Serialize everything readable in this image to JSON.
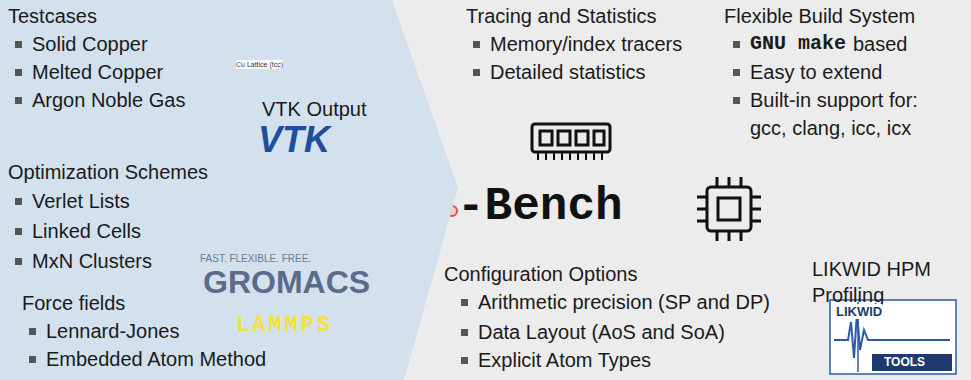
{
  "diagram": {
    "nodes": [
      {
        "text": [
          "Testcases",
          "Solid Copper",
          "Melted Copper",
          "Argon Noble Gas",
          "Optimization Schemes",
          "Verlet Lists",
          "Linked Cells",
          "MxN Clusters",
          "Force fields",
          "Lennard-Jones",
          "Embedded Atom Method"
        ]
      }
    ],
    "labels": [
      "Cu Lattice (fcc)",
      "VTK Output",
      "VTK",
      "FAST. FLEXIBLE. FREE.",
      "GROMACS",
      "LAMMPS",
      "-Bench",
      "Tracing and Statistics",
      "Memory/index tracers",
      "Detailed statistics",
      "Flexible Build System",
      "GNU make",
      "based",
      "Easy to extend",
      "Built-in support for:",
      "gcc, clang, icc, icx",
      "LIKWID HPM Profiling",
      "Configuration Options",
      "Arithmetic precision (SP and DP)",
      "Data Layout (AoS and SoA)",
      "Explicit Atom Types",
      "LIKWID",
      "TOOLS"
    ]
  }
}
